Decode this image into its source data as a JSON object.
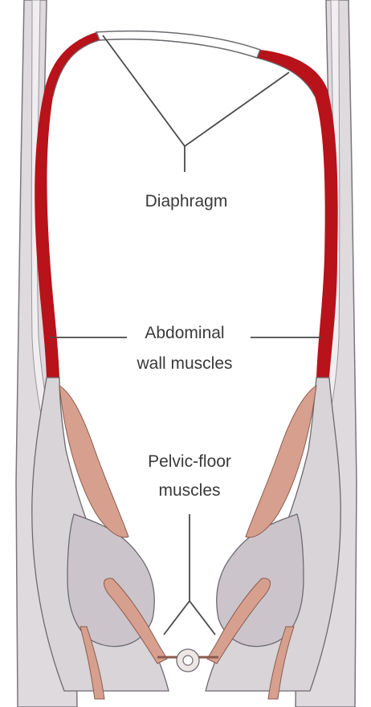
{
  "diagram": {
    "labels": {
      "diaphragm": "Diaphragm",
      "abdominal_line1": "Abdominal",
      "abdominal_line2": "wall muscles",
      "pelvic_line1": "Pelvic-floor",
      "pelvic_line2": "muscles"
    },
    "colors": {
      "muscle_red": "#b8121a",
      "tissue_grey": "#d8d4d8",
      "bone_grey": "#cbc5cb",
      "pelvic_pink": "#d7a08e",
      "outline": "#6d6a70",
      "pointer": "#4a4a4a"
    }
  }
}
